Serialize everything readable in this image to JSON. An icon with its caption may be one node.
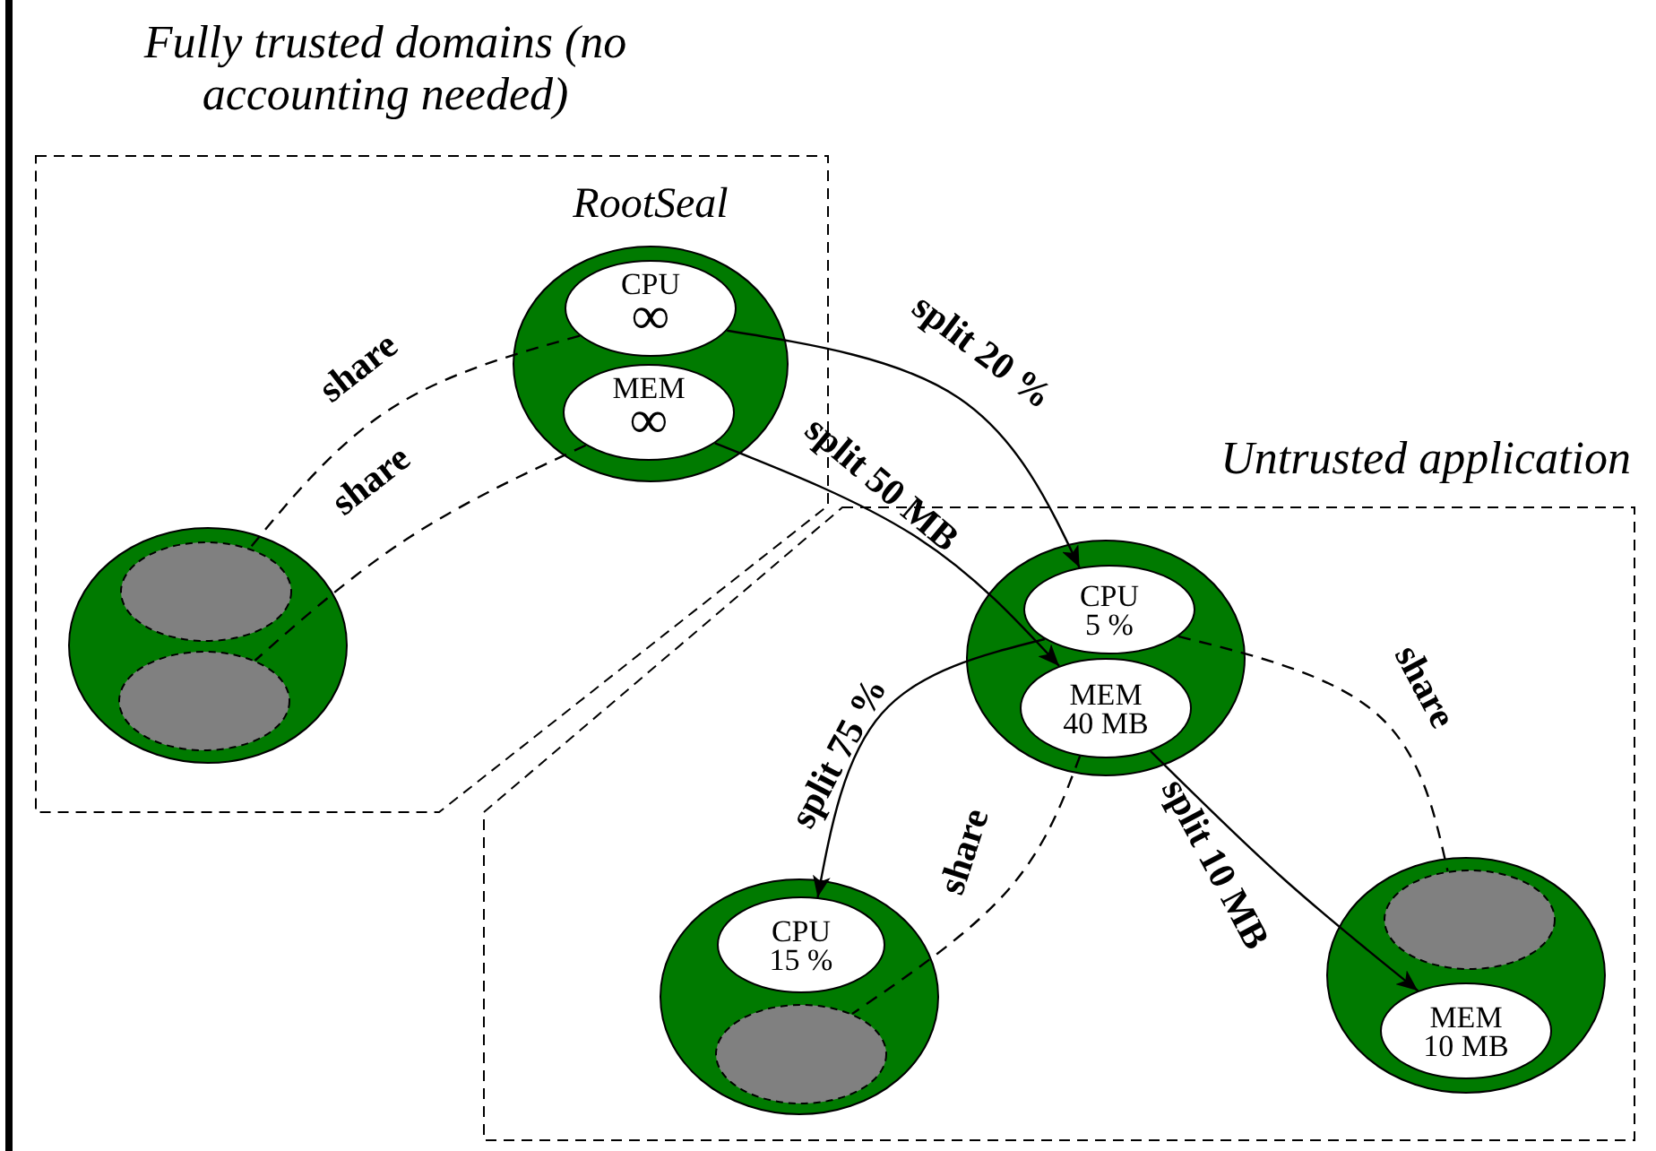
{
  "diagram": {
    "nodes": [
      {
        "text": [
          "Fully trusted domains (no accounting needed)"
        ]
      },
      {
        "text": [
          "RootSeal"
        ],
        "in": 0
      },
      {
        "text": [
          "CPU",
          "∞"
        ],
        "in": 1
      },
      {
        "text": [
          "MEM",
          "∞"
        ],
        "in": 1
      },
      {
        "text": [],
        "shape": "ellipse",
        "in": 0
      },
      {
        "text": [],
        "shape": "ellipse",
        "in": 4
      },
      {
        "text": [],
        "shape": "ellipse",
        "in": 4
      },
      {
        "text": [
          "Untrusted application"
        ]
      },
      {
        "text": [],
        "shape": "ellipse",
        "in": 7
      },
      {
        "text": [
          "CPU",
          "5 %"
        ],
        "in": 8
      },
      {
        "text": [
          "MEM",
          "40 MB"
        ],
        "in": 8
      },
      {
        "text": [],
        "shape": "ellipse",
        "in": 7
      },
      {
        "text": [
          "CPU",
          "15 %"
        ],
        "in": 11
      },
      {
        "text": [],
        "shape": "ellipse",
        "in": 11
      },
      {
        "text": [],
        "shape": "ellipse",
        "in": 7
      },
      {
        "text": [],
        "shape": "ellipse",
        "in": 14
      },
      {
        "text": [
          "MEM",
          "10 MB"
        ],
        "in": 14
      }
    ],
    "edges": [
      {
        "from": 2,
        "to": 5,
        "arrow": "none",
        "label": "share",
        "style": "dashed"
      },
      {
        "from": 3,
        "to": 6,
        "arrow": "none",
        "label": "share",
        "style": "dashed"
      },
      {
        "from": 2,
        "to": 9,
        "arrow": "to",
        "label": "split 20 %"
      },
      {
        "from": 3,
        "to": 10,
        "arrow": "to",
        "label": "split 50 MB"
      },
      {
        "from": 9,
        "to": 12,
        "arrow": "to",
        "label": "split 75 %"
      },
      {
        "from": 9,
        "to": 15,
        "arrow": "none",
        "label": "share",
        "style": "dashed"
      },
      {
        "from": 10,
        "to": 13,
        "arrow": "none",
        "label": "share",
        "style": "dashed"
      },
      {
        "from": 10,
        "to": 16,
        "arrow": "to",
        "label": "split 10 MB"
      }
    ]
  }
}
